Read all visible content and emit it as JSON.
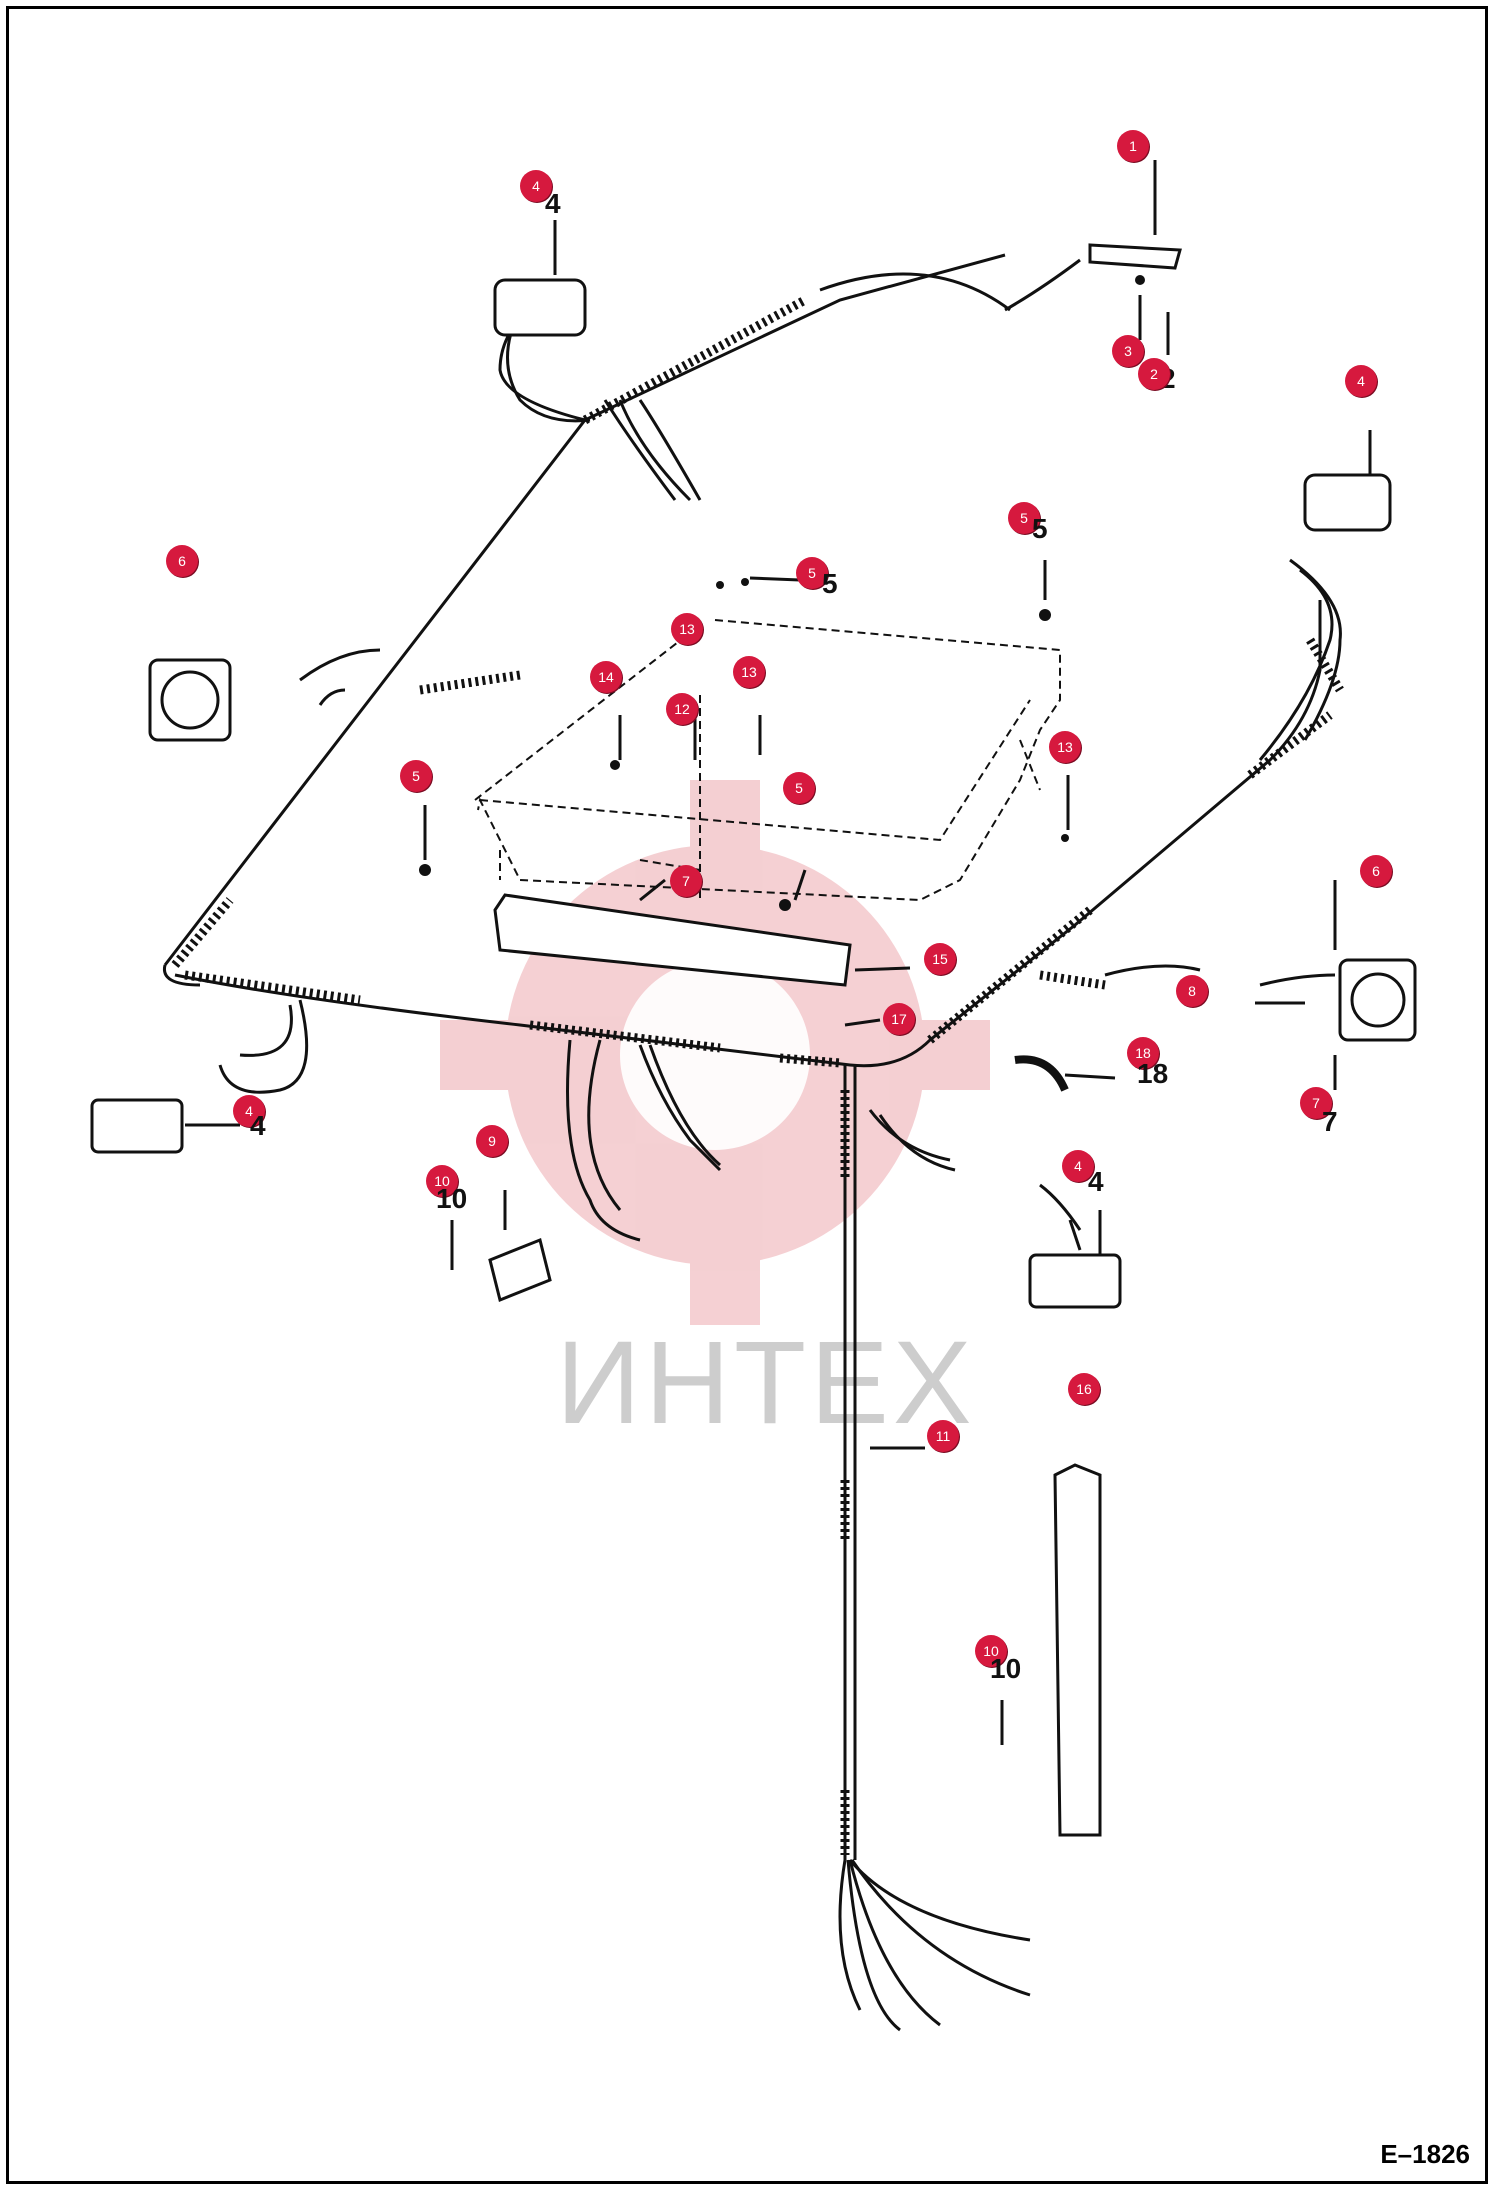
{
  "figure_code": "E–1826",
  "watermark": "ИНТЕХ",
  "colors": {
    "marker": "#d6193e",
    "line": "#111111",
    "watermark": "#e8a7ad"
  },
  "callouts": [
    {
      "n": "1",
      "label": ""
    },
    {
      "n": "2",
      "label": "2"
    },
    {
      "n": "3",
      "label": ""
    },
    {
      "n": "4",
      "label": "4"
    },
    {
      "n": "4",
      "label": ""
    },
    {
      "n": "4",
      "label": "4"
    },
    {
      "n": "4",
      "label": "4"
    },
    {
      "n": "5",
      "label": "5"
    },
    {
      "n": "5",
      "label": "5"
    },
    {
      "n": "5",
      "label": ""
    },
    {
      "n": "5",
      "label": ""
    },
    {
      "n": "6",
      "label": ""
    },
    {
      "n": "6",
      "label": ""
    },
    {
      "n": "7",
      "label": ""
    },
    {
      "n": "7",
      "label": "7"
    },
    {
      "n": "8",
      "label": ""
    },
    {
      "n": "9",
      "label": ""
    },
    {
      "n": "10",
      "label": "10"
    },
    {
      "n": "10",
      "label": "10"
    },
    {
      "n": "11",
      "label": ""
    },
    {
      "n": "12",
      "label": ""
    },
    {
      "n": "13",
      "label": ""
    },
    {
      "n": "13",
      "label": ""
    },
    {
      "n": "13",
      "label": ""
    },
    {
      "n": "14",
      "label": ""
    },
    {
      "n": "15",
      "label": ""
    },
    {
      "n": "16",
      "label": ""
    },
    {
      "n": "17",
      "label": ""
    },
    {
      "n": "18",
      "label": "18"
    }
  ]
}
